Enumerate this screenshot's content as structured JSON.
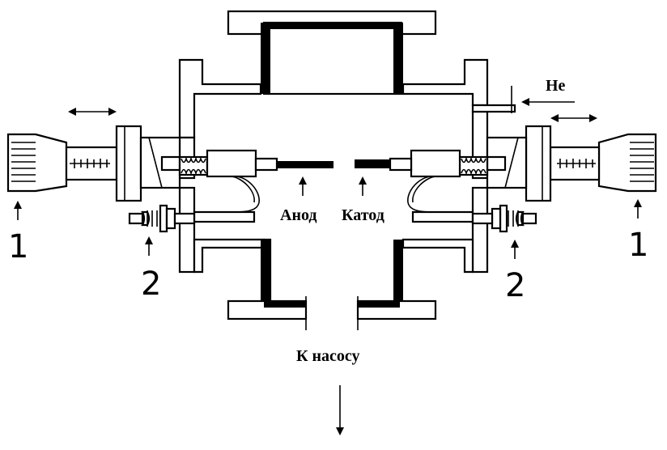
{
  "labels": {
    "anode": "Анод",
    "cathode": "Катод",
    "helium": "He",
    "pump": "К насосу",
    "left_mark_1": "1",
    "right_mark_1": "1",
    "left_mark_2": "2",
    "right_mark_2": "2"
  },
  "colors": {
    "line": "#000000",
    "background": "#ffffff"
  }
}
